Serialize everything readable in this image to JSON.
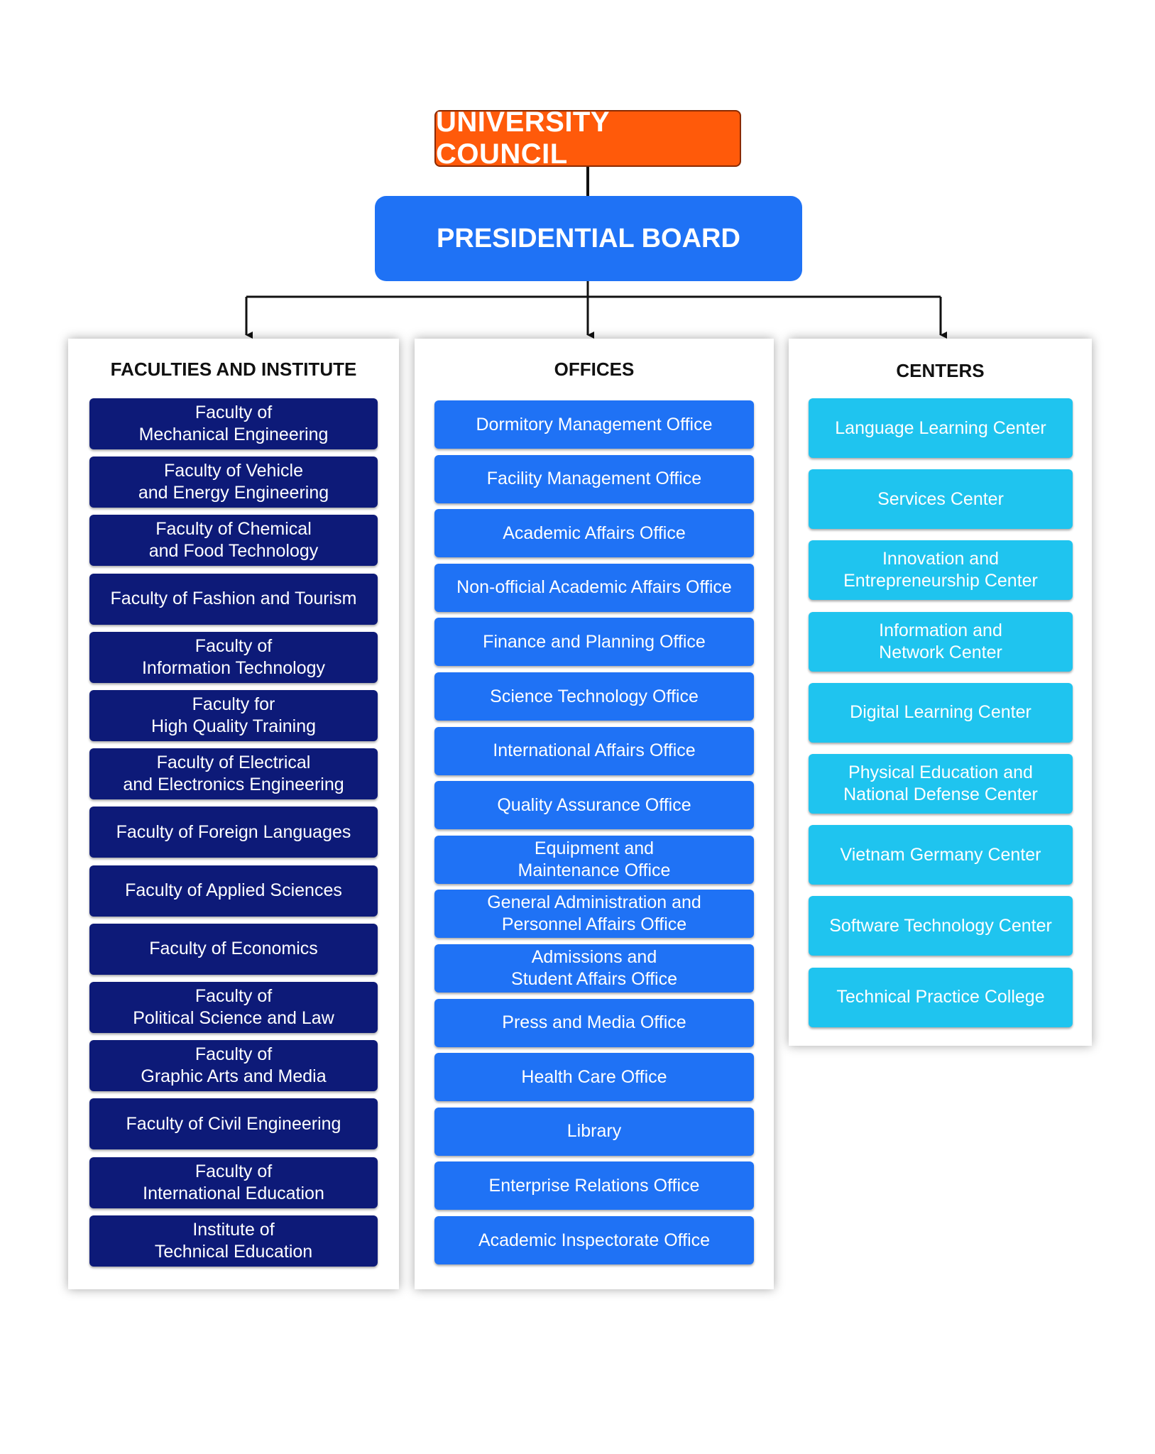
{
  "council": {
    "label": "UNIVERSITY COUNCIL",
    "color": "#ff5a0a"
  },
  "board": {
    "label": "PRESIDENTIAL BOARD",
    "color": "#1f72f5"
  },
  "faculties": {
    "title": "FACULTIES AND INSTITUTE",
    "color": "#0d1a78",
    "items": [
      "Faculty of\nMechanical Engineering",
      "Faculty of Vehicle\nand Energy Engineering",
      "Faculty of Chemical\nand Food Technology",
      "Faculty of Fashion and Tourism",
      "Faculty of\nInformation Technology",
      "Faculty for\nHigh Quality Training",
      "Faculty of Electrical\nand Electronics Engineering",
      "Faculty of Foreign Languages",
      "Faculty of Applied Sciences",
      "Faculty of Economics",
      "Faculty of\nPolitical Science and Law",
      "Faculty of\nGraphic Arts and Media",
      "Faculty of Civil Engineering",
      "Faculty of\nInternational Education",
      "Institute of\nTechnical Education"
    ]
  },
  "offices": {
    "title": "OFFICES",
    "color": "#1f72f5",
    "items": [
      "Dormitory Management Office",
      "Facility Management Office",
      "Academic Affairs Office",
      "Non-official Academic Affairs Office",
      "Finance and Planning Office",
      "Science Technology Office",
      "International Affairs Office",
      "Quality Assurance Office",
      "Equipment and\nMaintenance Office",
      "General Administration and\nPersonnel Affairs Office",
      "Admissions and\nStudent Affairs Office",
      "Press and Media Office",
      "Health Care Office",
      "Library",
      "Enterprise Relations Office",
      "Academic Inspectorate Office"
    ]
  },
  "centers": {
    "title": "CENTERS",
    "color": "#1fc4ef",
    "items": [
      "Language Learning Center",
      "Services Center",
      "Innovation and\nEntrepreneurship Center",
      "Information and\nNetwork Center",
      "Digital Learning Center",
      "Physical Education and\nNational Defense Center",
      "Vietnam Germany Center",
      "Software Technology Center",
      "Technical Practice College"
    ]
  }
}
